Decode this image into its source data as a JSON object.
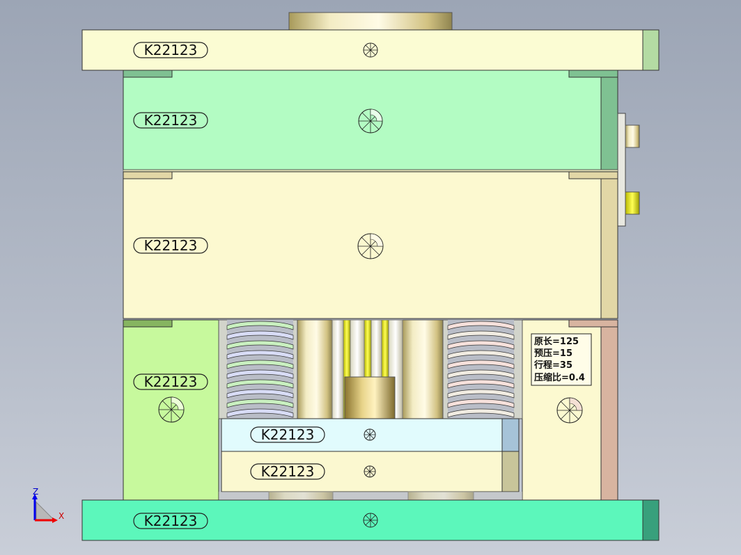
{
  "drawing": {
    "plate_labels": [
      "K22123",
      "K22123",
      "K22123",
      "K22123",
      "K22123",
      "K22123",
      "K22123"
    ],
    "spring_note": {
      "lines": [
        "原长=125",
        "预压=15",
        "行程=35",
        "压缩比=0.4"
      ]
    },
    "axes": {
      "z": "Z",
      "x": "X"
    },
    "colors": {
      "background": "#a9b1c0",
      "top_plate": "#fbfcd3",
      "top_plate_side": "#b4dba3",
      "second_plate": "#b3fcc3",
      "second_plate_side": "#7fc192",
      "third_plate": "#fcf9d0",
      "left_block": "#c7f99d",
      "right_block": "#fcf9d0",
      "ejector_top": "#e1fbfd",
      "ejector_bottom": "#fbf8d0",
      "bottom_plate": "#5cf7bb",
      "bottom_plate_side": "#38a07c"
    }
  }
}
